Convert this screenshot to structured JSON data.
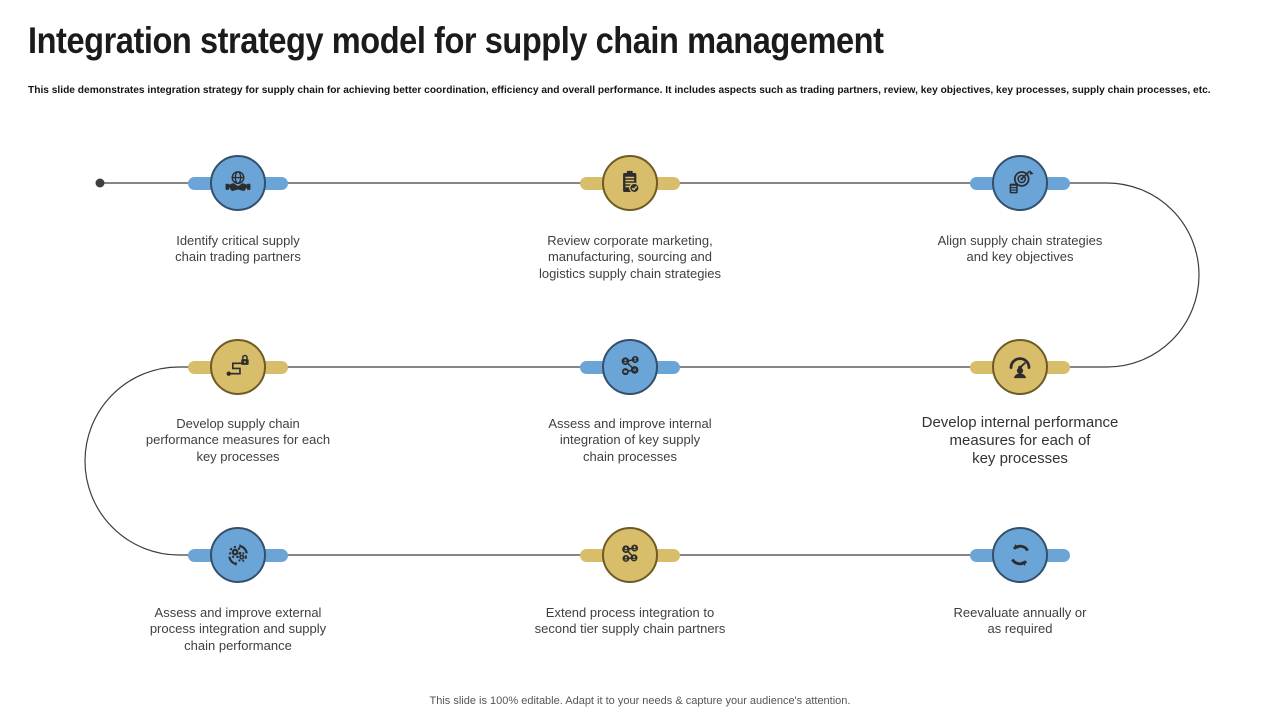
{
  "slide": {
    "title": "Integration strategy model for supply chain management",
    "description": "This slide demonstrates integration strategy for supply chain for achieving better coordination, efficiency and overall performance. It includes aspects such as trading partners, review, key objectives, key processes, supply chain processes, etc.",
    "footer": "This slide is 100% editable. Adapt it to your needs & capture your audience's attention."
  },
  "colors": {
    "node_blue": "#6BA5D8",
    "node_blue_border": "#33506B",
    "node_gold": "#D8BD6B",
    "node_gold_border": "#6E5B23",
    "icon": "#2d2d2d",
    "connector_line": "#3f3f3f",
    "label_text": "#3f3f3f",
    "title_text": "#1b1b1b"
  },
  "steps": [
    {
      "id": 1,
      "color": "blue",
      "icon": "handshake-globe-icon",
      "label": "Identify critical supply\nchain trading partners"
    },
    {
      "id": 2,
      "color": "gold",
      "icon": "clipboard-check-icon",
      "label": "Review corporate marketing,\nmanufacturing, sourcing and\nlogistics supply chain strategies"
    },
    {
      "id": 3,
      "color": "blue",
      "icon": "target-arrow-icon",
      "label": "Align supply chain strategies\nand key objectives"
    },
    {
      "id": 4,
      "color": "gold",
      "icon": "performance-gauge-icon",
      "label": "Develop internal performance\nmeasures for each of\nkey processes"
    },
    {
      "id": 5,
      "color": "blue",
      "icon": "internal-network-icon",
      "label": "Assess and improve internal\nintegration of key supply\nchain processes"
    },
    {
      "id": 6,
      "color": "gold",
      "icon": "key-lock-path-icon",
      "label": "Develop supply chain\nperformance measures for each\nkey processes"
    },
    {
      "id": 7,
      "color": "blue",
      "icon": "gears-cycle-icon",
      "label": "Assess and improve external\nprocess integration and supply\nchain performance"
    },
    {
      "id": 8,
      "color": "gold",
      "icon": "partners-network-icon",
      "label": "Extend process integration to\nsecond tier supply chain partners"
    },
    {
      "id": 9,
      "color": "blue",
      "icon": "refresh-arrows-icon",
      "label": "Reevaluate annually or\nas required"
    }
  ]
}
